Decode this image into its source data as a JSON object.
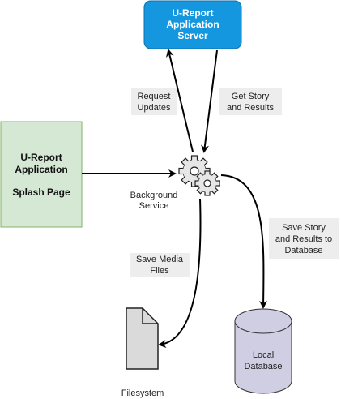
{
  "colors": {
    "server_fill": "#1497df",
    "server_stroke": "#0f6fb0",
    "server_text": "#ffffff",
    "splash_fill": "#d5e8d4",
    "splash_stroke": "#82b366",
    "label_bg": "#ededed",
    "db_fill": "#d0cee2",
    "db_stroke": "#333333",
    "file_fill": "#dadada",
    "line": "#000000"
  },
  "nodes": {
    "server": {
      "line1": "U-Report",
      "line2": "Application",
      "line3": "Server"
    },
    "splash": {
      "line1": "U-Report",
      "line2": "Application",
      "line3": "Splash Page"
    },
    "service": {
      "line1": "Background",
      "line2": "Service",
      "icon": "gear-icon"
    },
    "database": {
      "line1": "Local",
      "line2": "Database"
    },
    "filesystem": {
      "label": "Filesystem",
      "icon": "file-icon"
    }
  },
  "edge_labels": {
    "request": {
      "line1": "Request",
      "line2": "Updates"
    },
    "get": {
      "line1": "Get Story",
      "line2": "and Results"
    },
    "save_db": {
      "line1": "Save Story",
      "line2": "and Results to",
      "line3": "Database"
    },
    "save_media": {
      "line1": "Save Media",
      "line2": "Files"
    }
  }
}
